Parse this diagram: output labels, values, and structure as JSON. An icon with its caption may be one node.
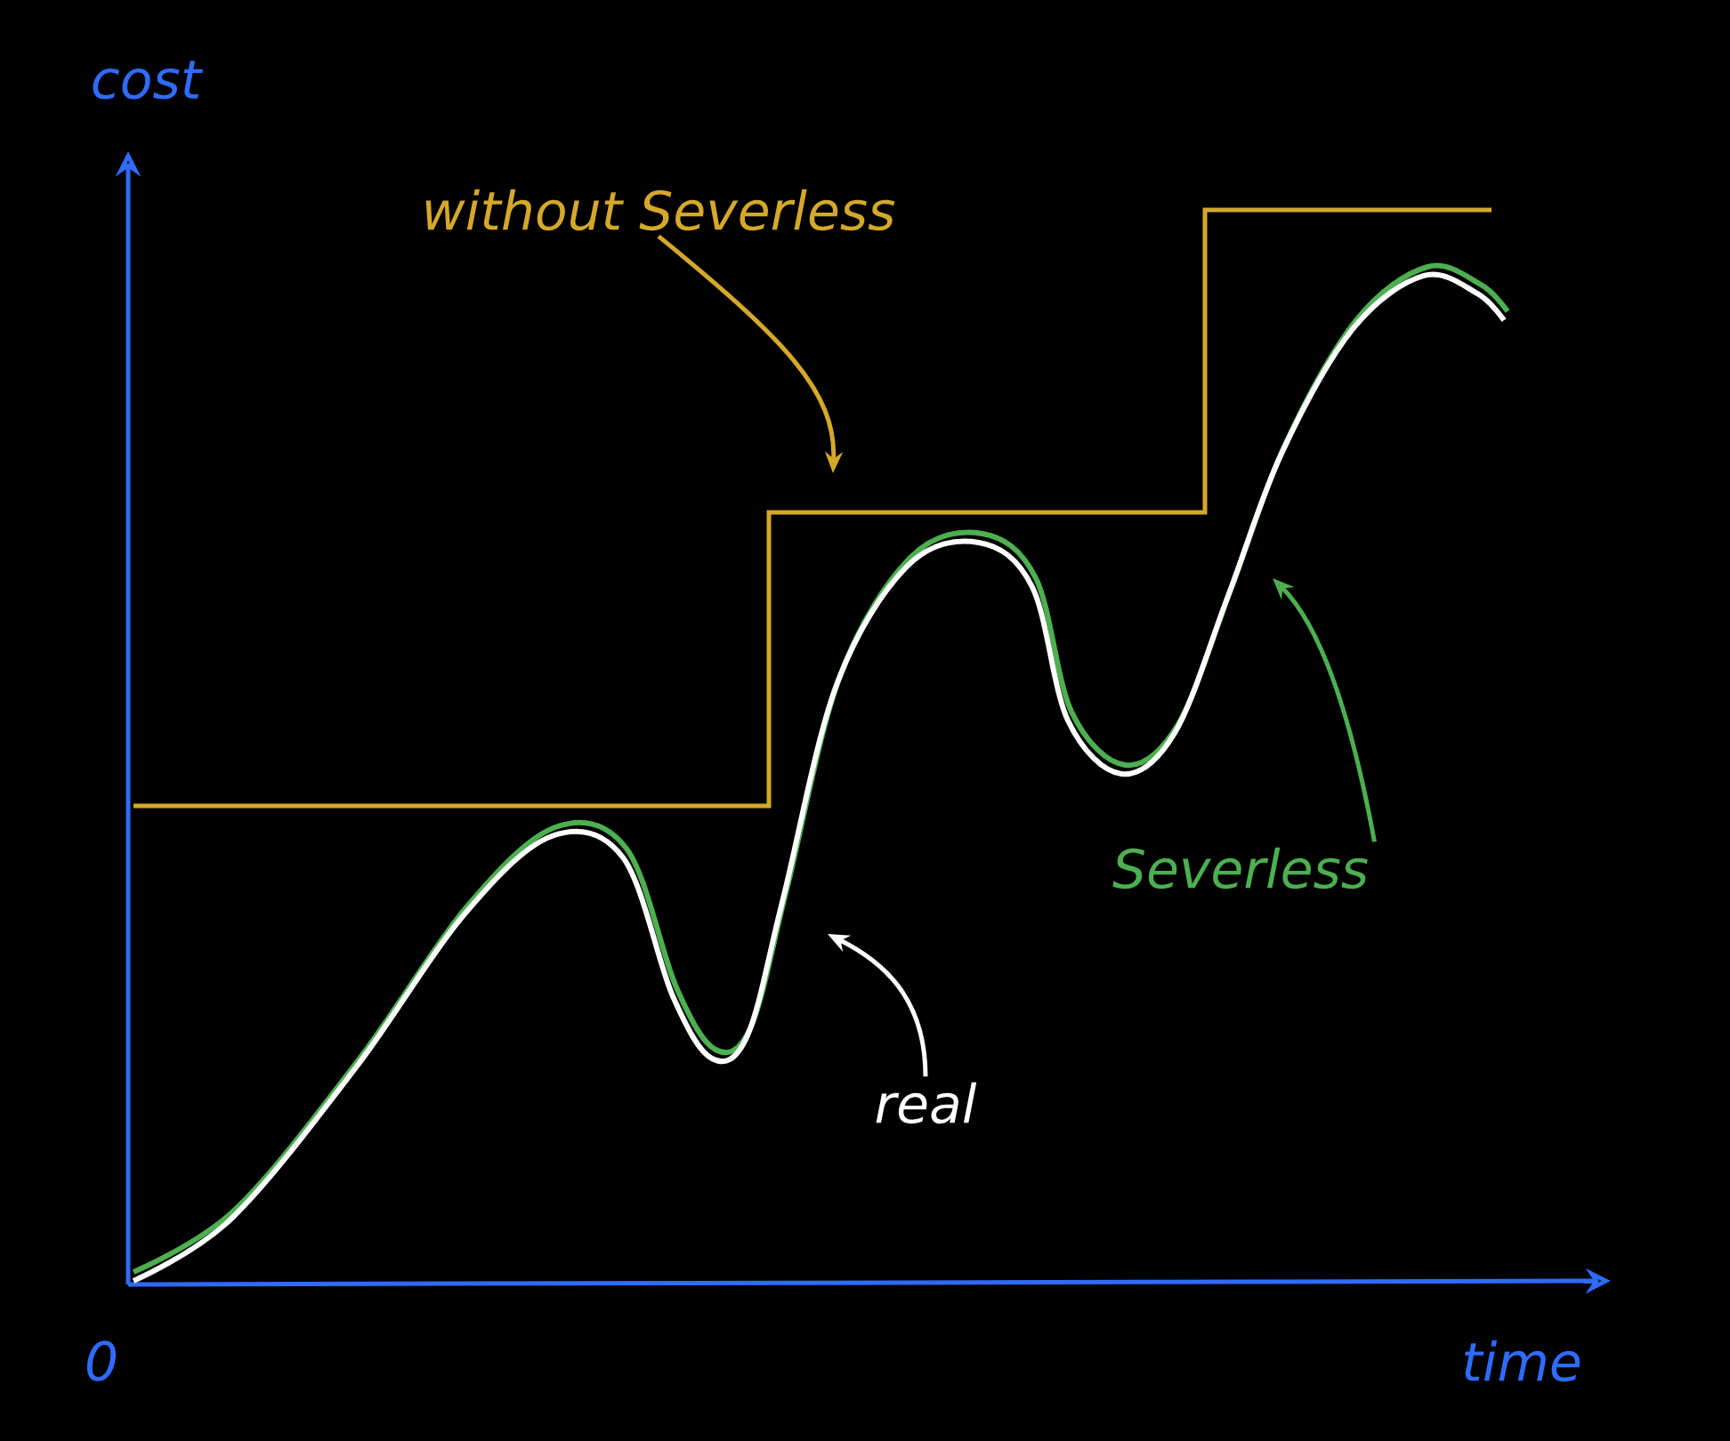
{
  "diagram": {
    "nodes": [
      {
        "text": [
          "without Severless"
        ]
      },
      {
        "text": [
          "Severless"
        ]
      },
      {
        "text": [
          "real"
        ]
      }
    ],
    "edges": [
      {
        "from": 0,
        "to": null,
        "arrow": "to",
        "color": "#d4a82a"
      },
      {
        "from": 1,
        "to": null,
        "arrow": "to",
        "color": "#4caf50"
      },
      {
        "from": 2,
        "to": null,
        "arrow": "to",
        "color": "#ffffff"
      }
    ],
    "labels": [
      "cost",
      "0",
      "time"
    ]
  }
}
